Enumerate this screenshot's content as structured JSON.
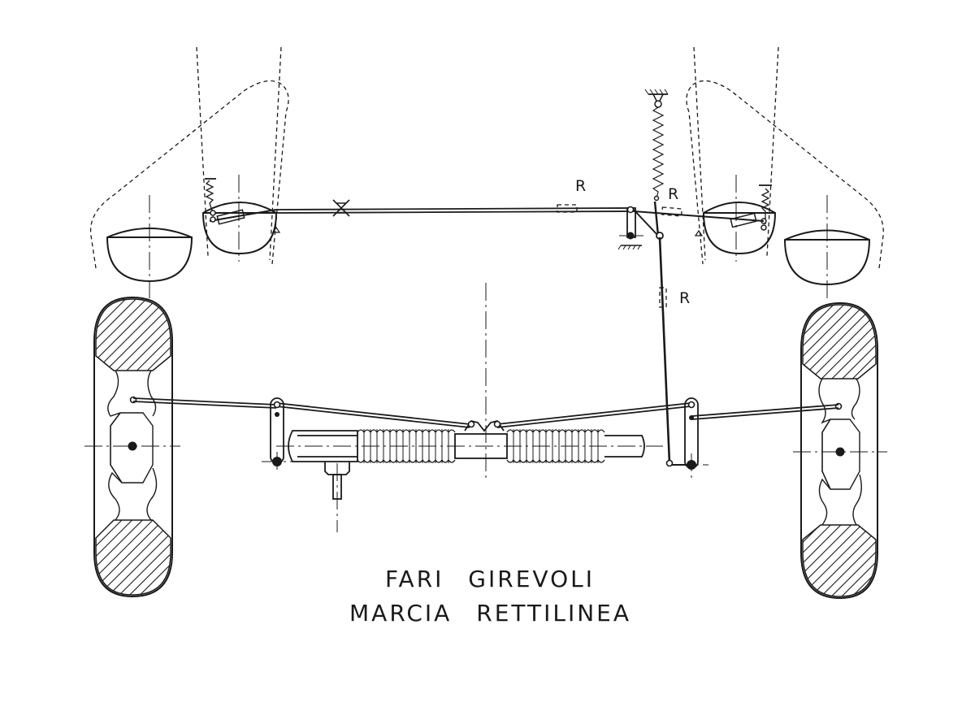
{
  "labels": {
    "r_top_left": "R",
    "r_top_right": "R",
    "r_vertical": "R"
  },
  "caption": {
    "line1": "FARI GIREVOLI",
    "line2": "MARCIA RETTILINEA"
  }
}
